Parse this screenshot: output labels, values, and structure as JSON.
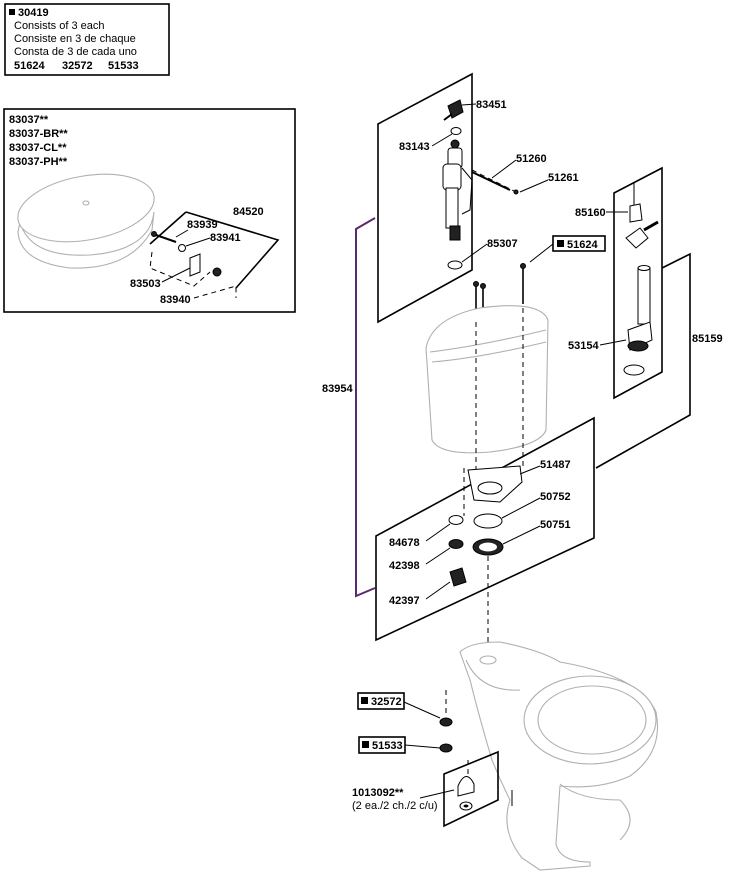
{
  "kit_box": {
    "number": "30419",
    "line1": "Consists of 3 each",
    "line2": "Consiste en 3 de chaque",
    "line3": "Consta de 3 de cada uno",
    "parts": [
      "51624",
      "32572",
      "51533"
    ]
  },
  "seat_box": {
    "models": [
      "83037**",
      "83037-BR**",
      "83037-CL**",
      "83037-PH**"
    ],
    "labels": {
      "hinge_kit": "84520",
      "bolt": "83939",
      "washer": "83941",
      "bracket": "83503",
      "nut": "83940"
    }
  },
  "labels": {
    "p83451": "83451",
    "p83143": "83143",
    "p51260": "51260",
    "p51261": "51261",
    "p85160": "85160",
    "p85307": "85307",
    "p51624": "51624",
    "p53154": "53154",
    "p85159": "85159",
    "p83954": "83954",
    "p51487": "51487",
    "p50752": "50752",
    "p50751": "50751",
    "p84678": "84678",
    "p42398": "42398",
    "p42397": "42397",
    "p32572": "32572",
    "p51533": "51533",
    "p1013092": "1013092**",
    "p1013092_note": "(2 ea./2 ch./2 c/u)"
  }
}
